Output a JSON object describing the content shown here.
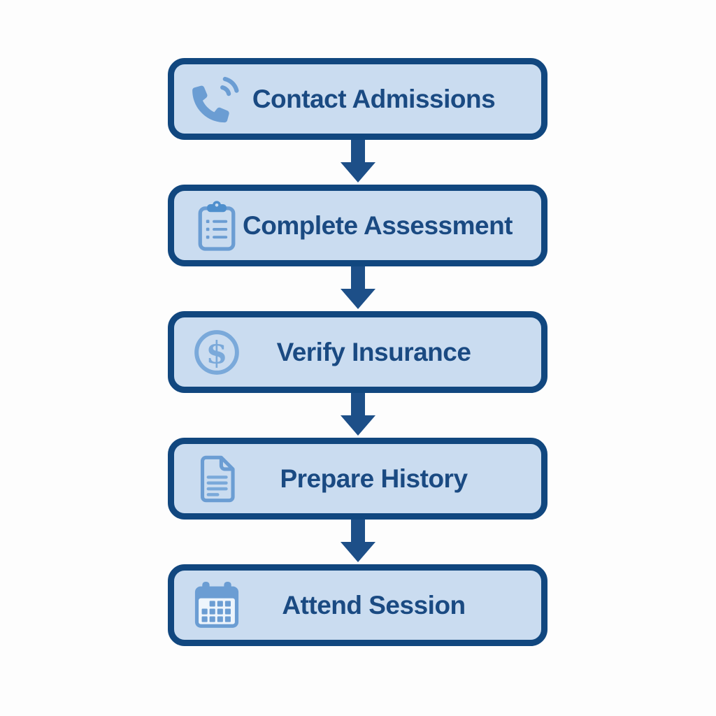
{
  "flowchart": {
    "steps": [
      {
        "id": "contact-admissions",
        "label": "Contact Admissions",
        "icon": "phone-icon"
      },
      {
        "id": "complete-assessment",
        "label": "Complete Assessment",
        "icon": "clipboard-checklist-icon"
      },
      {
        "id": "verify-insurance",
        "label": "Verify Insurance",
        "icon": "dollar-circle-icon"
      },
      {
        "id": "prepare-history",
        "label": "Prepare History",
        "icon": "document-icon"
      },
      {
        "id": "attend-session",
        "label": "Attend Session",
        "icon": "calendar-icon"
      }
    ],
    "icon_glyphs": {
      "dollar_symbol": "$"
    },
    "colors": {
      "background": "#fdfdfd",
      "box_fill": "#cadcf0",
      "box_border": "#11477f",
      "label_text": "#1a4a82",
      "arrow": "#1d4f88",
      "icon_blue": "#6b9dd3",
      "icon_blue_dark": "#4f8fcd",
      "icon_blue_light": "#7aa9da",
      "icon_panel_white": "#eef5fc"
    }
  }
}
